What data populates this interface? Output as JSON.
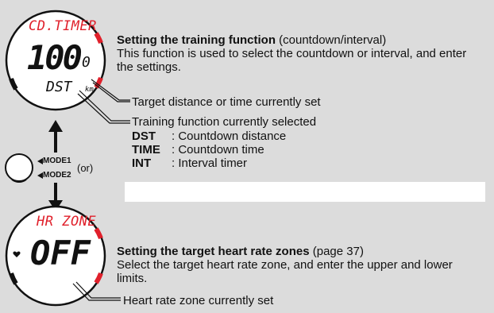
{
  "display_top": {
    "title": "CD.TIMER",
    "value_main": "100",
    "value_decimal": "0",
    "mode": "DST",
    "unit": "km"
  },
  "display_bottom": {
    "title": "HR ZONE",
    "value": "OFF"
  },
  "buttons": {
    "mode1": "MODE1",
    "mode2": "MODE2",
    "or_text": "(or)"
  },
  "section1": {
    "heading": "Setting the training function",
    "heading_suffix": "(countdown/interval)",
    "description": "This function is used to select the countdown or interval, and enter the settings.",
    "callout_distance": "Target distance or time currently set",
    "callout_function": "Training function currently selected",
    "functions": [
      {
        "key": "DST",
        "desc": ": Countdown distance"
      },
      {
        "key": "TIME",
        "desc": ": Countdown time"
      },
      {
        "key": "INT",
        "desc": ": Interval timer"
      }
    ]
  },
  "section2": {
    "heading": "Setting the target heart rate zones",
    "heading_suffix": "(page 37)",
    "description": "Select the target heart rate zone, and enter the upper and lower limits.",
    "callout_zone": "Heart rate zone currently set"
  },
  "colors": {
    "panel": "#dcdcdc",
    "accent_red": "#e0202b"
  }
}
